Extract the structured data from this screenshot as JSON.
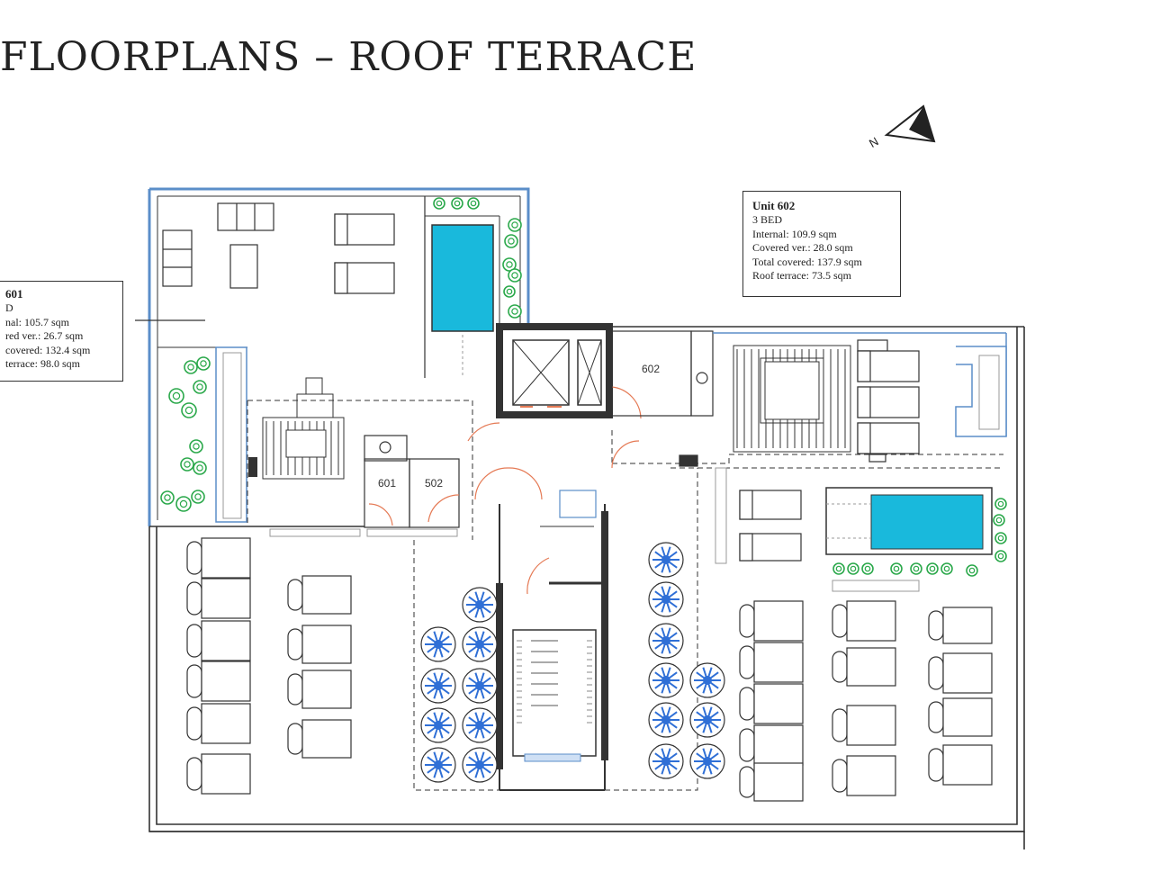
{
  "title": "FLOORPLANS – ROOF TERRACE",
  "compass_label": "N",
  "units": [
    {
      "id": "601",
      "title": "601",
      "lines": [
        "D",
        "nal: 105.7 sqm",
        "red ver.: 26.7 sqm",
        " covered: 132.4 sqm",
        " terrace: 98.0 sqm"
      ]
    },
    {
      "id": "602",
      "title": "Unit 602",
      "lines": [
        "3 BED",
        "Internal: 109.9 sqm",
        "Covered ver.: 28.0 sqm",
        "Total covered: 137.9 sqm",
        "Roof terrace: 73.5 sqm"
      ]
    }
  ],
  "rooms": {
    "r601": "601",
    "r502": "502",
    "r602": "602"
  },
  "colors": {
    "pool": "#19b9dc",
    "lounger_blue": "#2f6fd6",
    "plant_green": "#2aa84a",
    "wall": "#333333",
    "outline_blue": "#5b8ec9"
  }
}
